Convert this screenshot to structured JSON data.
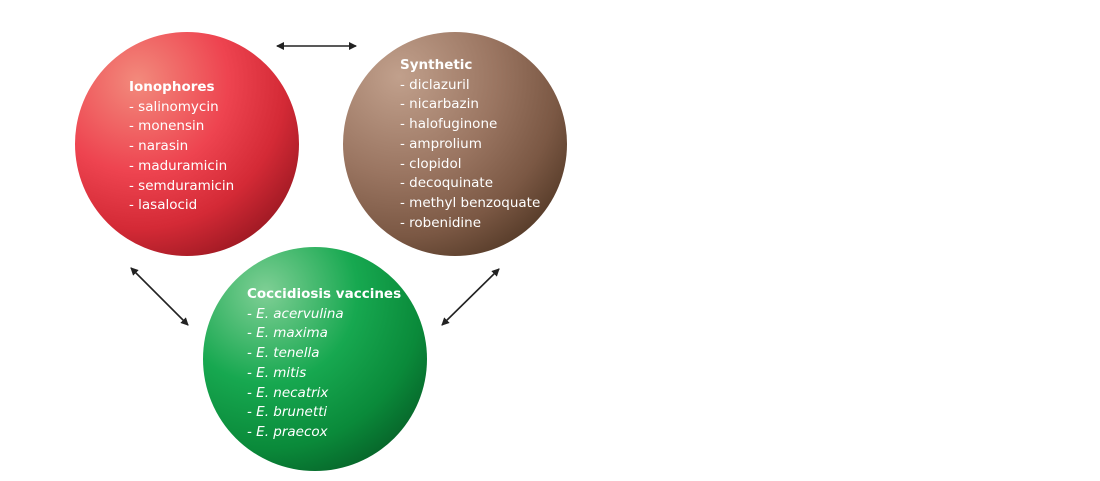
{
  "groups": {
    "ionophores": {
      "title": "Ionophores",
      "items": [
        "- salinomycin",
        "- monensin",
        "- narasin",
        "- maduramicin",
        "- semduramicin",
        "- lasalocid"
      ],
      "color": "#e8414b"
    },
    "synthetic": {
      "title": "Synthetic",
      "items": [
        "- diclazuril",
        "- nicarbazin",
        "- halofuginone",
        "- amprolium",
        "- clopidol",
        "- decoquinate",
        "- methyl benzoquate",
        "- robenidine"
      ],
      "color": "#8a6450"
    },
    "vaccines": {
      "title": "Coccidiosis vaccines",
      "items": [
        "- E. acervulina",
        "- E. maxima",
        "- E. tenella",
        "- E. mitis",
        "- E. necatrix",
        "- E. brunetti",
        "- E. praecox"
      ],
      "color": "#0fa04a"
    }
  }
}
